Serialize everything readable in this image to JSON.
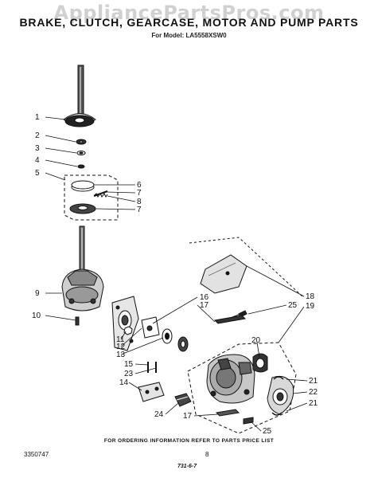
{
  "watermark": "AppliancePartsPros.com",
  "header": {
    "title": "BRAKE, CLUTCH, GEARCASE, MOTOR AND PUMP PARTS",
    "subtitle": "For Model: LA5558XSW0"
  },
  "callouts": [
    "1",
    "2",
    "3",
    "4",
    "5",
    "6",
    "7",
    "8",
    "7",
    "9",
    "10",
    "11",
    "12",
    "13",
    "16",
    "17",
    "18",
    "19",
    "25",
    "20",
    "15",
    "23",
    "14",
    "24",
    "17",
    "25",
    "21",
    "22",
    "21"
  ],
  "footer": {
    "ordering_note": "FOR ORDERING INFORMATION REFER TO PARTS PRICE LIST",
    "doc_number": "3350747",
    "page_number": "8",
    "stamp": "731-6-7"
  }
}
